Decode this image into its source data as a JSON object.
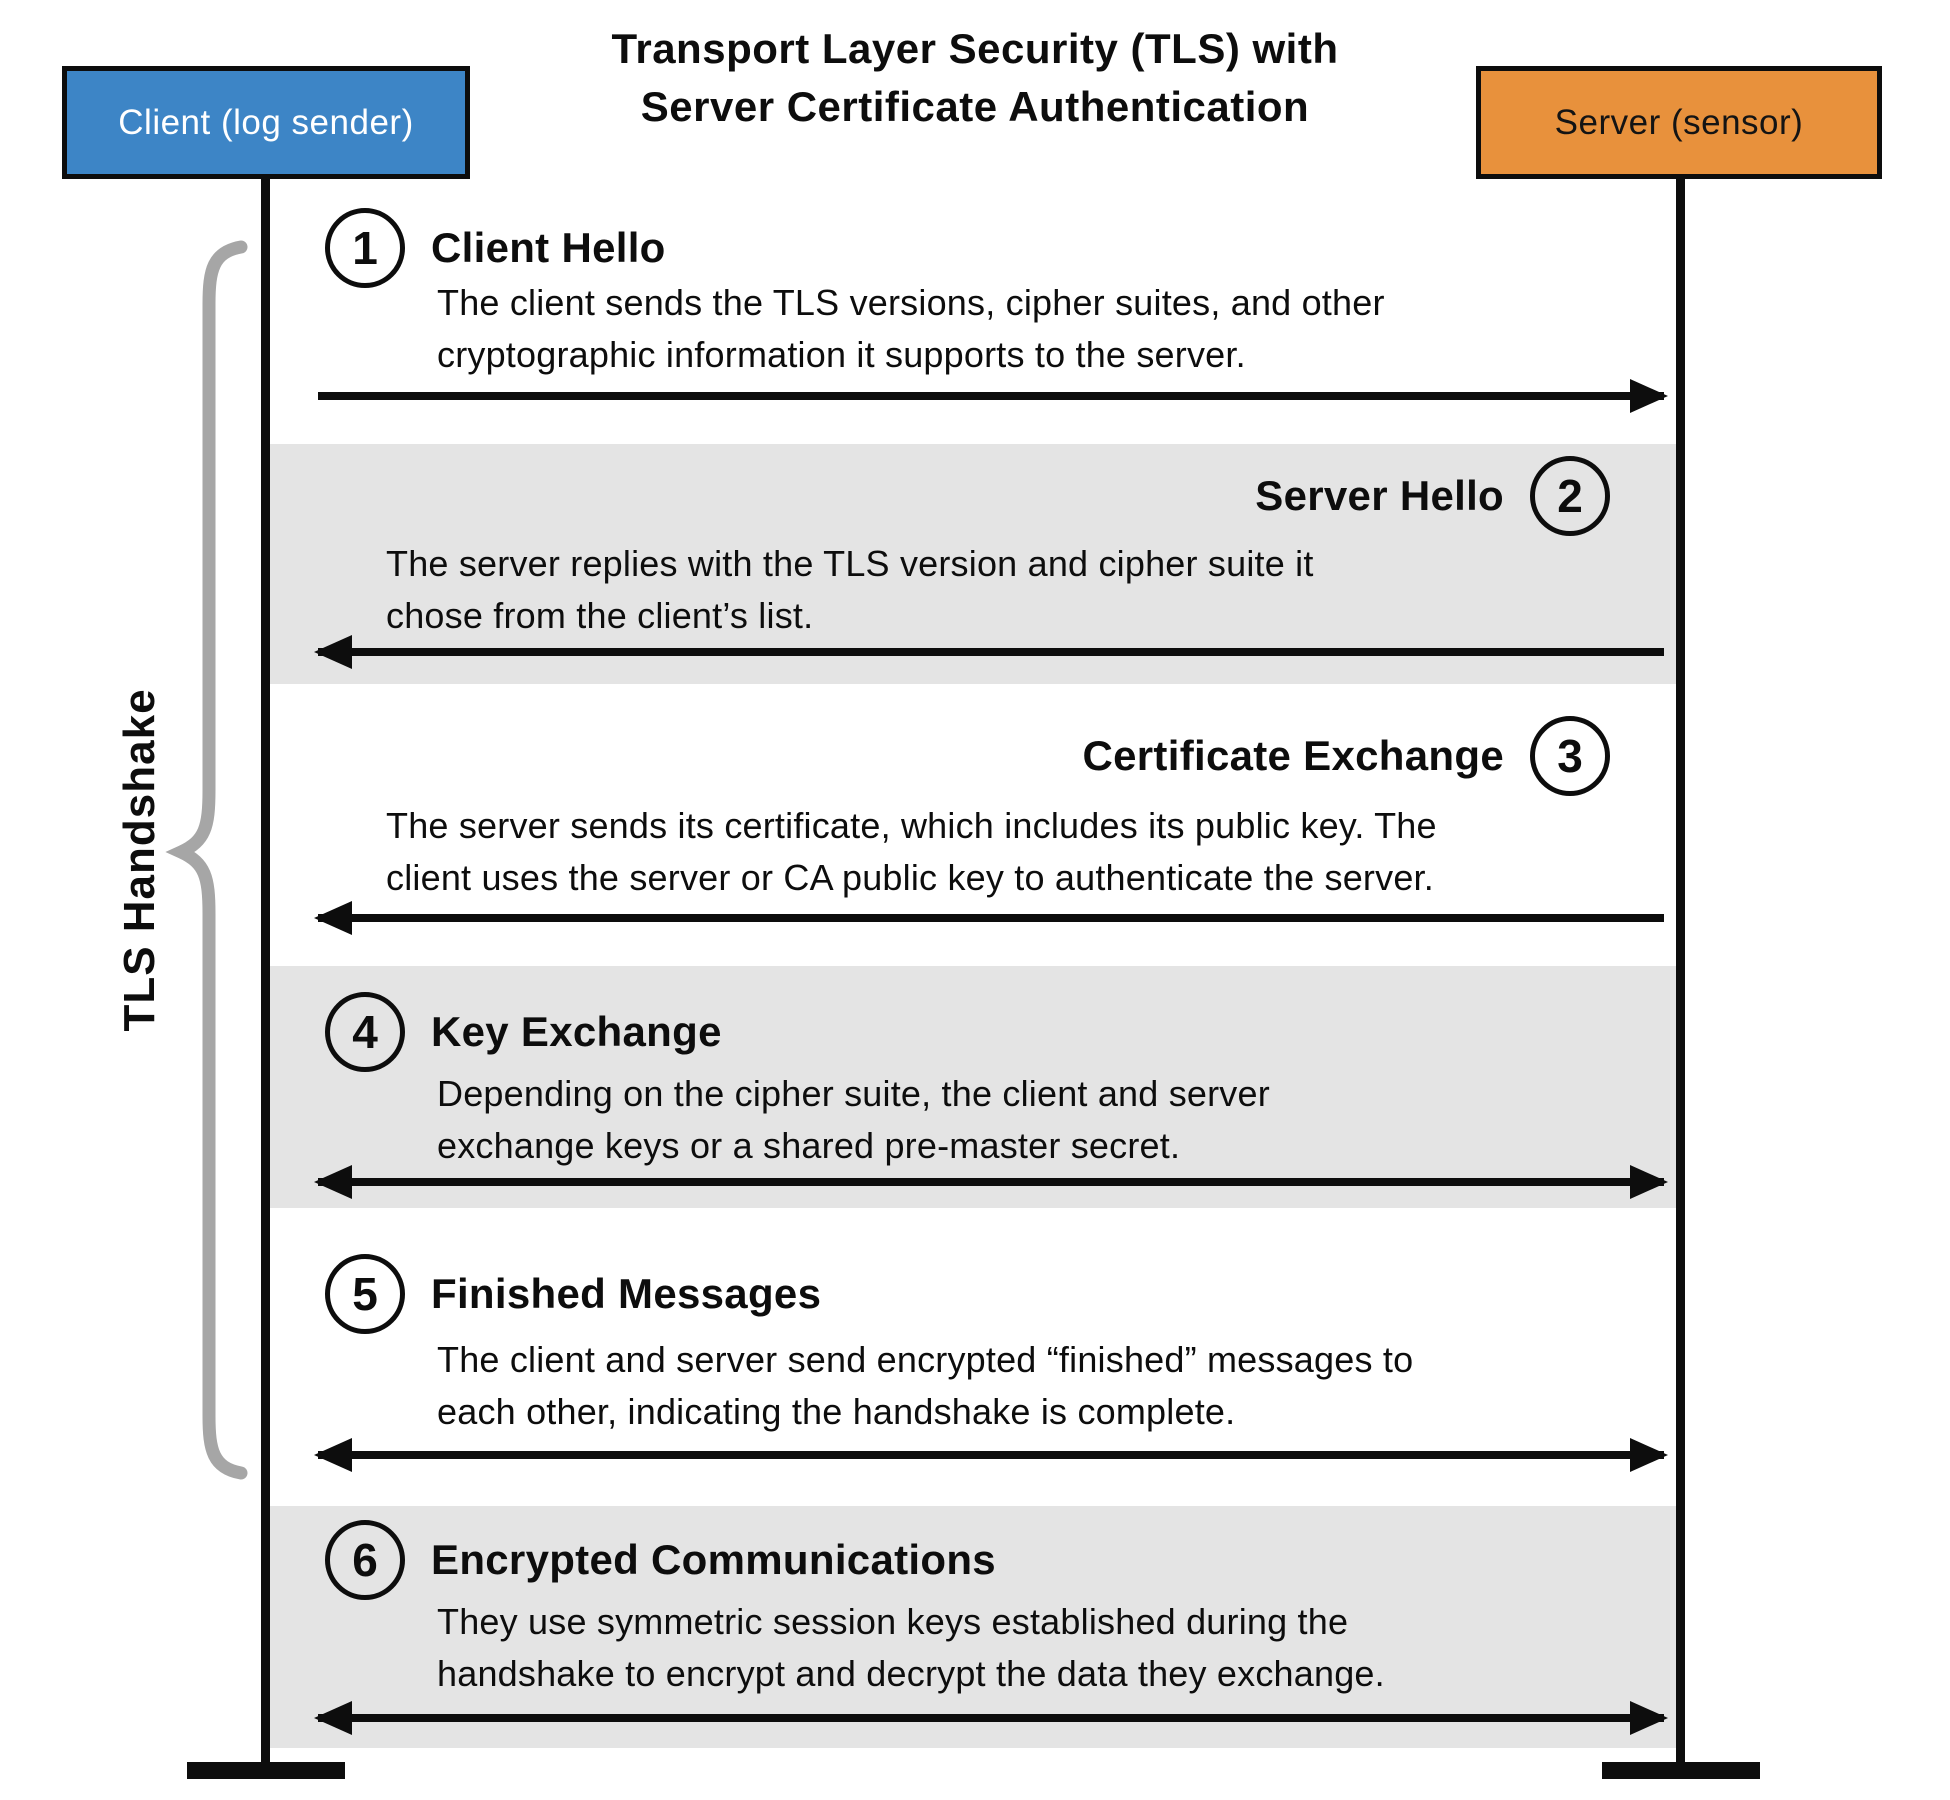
{
  "title": {
    "line1": "Transport Layer Security (TLS) with",
    "line2": "Server Certificate Authentication"
  },
  "actors": {
    "client": {
      "label": "Client (log sender)"
    },
    "server": {
      "label": "Server (sensor)"
    }
  },
  "brace": {
    "label": "TLS Handshake"
  },
  "colors": {
    "client_box": "#3d85c6",
    "server_box": "#e8913c",
    "band": "#e4e4e4",
    "brace": "#a6a6a6",
    "line": "#0d0d0d"
  },
  "steps": [
    {
      "number": "1",
      "title": "Client Hello",
      "line1": "The client sends the TLS versions, cipher suites, and other",
      "line2": "cryptographic information it supports to the server.",
      "direction": "right"
    },
    {
      "number": "2",
      "title": "Server Hello",
      "line1": "The server replies with the TLS version and cipher suite it",
      "line2": "chose from the client’s list.",
      "direction": "left"
    },
    {
      "number": "3",
      "title": "Certificate Exchange",
      "line1": "The server sends its certificate, which includes its public key. The",
      "line2": "client uses the server or CA public key to authenticate the server.",
      "direction": "left"
    },
    {
      "number": "4",
      "title": "Key Exchange",
      "line1": "Depending on the cipher suite, the client and server",
      "line2": "exchange keys or a shared pre-master secret.",
      "direction": "both"
    },
    {
      "number": "5",
      "title": "Finished Messages",
      "line1": "The client and server send encrypted “finished” messages to",
      "line2": "each other, indicating the handshake is complete.",
      "direction": "both"
    },
    {
      "number": "6",
      "title": "Encrypted Communications",
      "line1": "They use symmetric session keys established during the",
      "line2": "handshake to encrypt and decrypt the data they exchange.",
      "direction": "both"
    }
  ]
}
